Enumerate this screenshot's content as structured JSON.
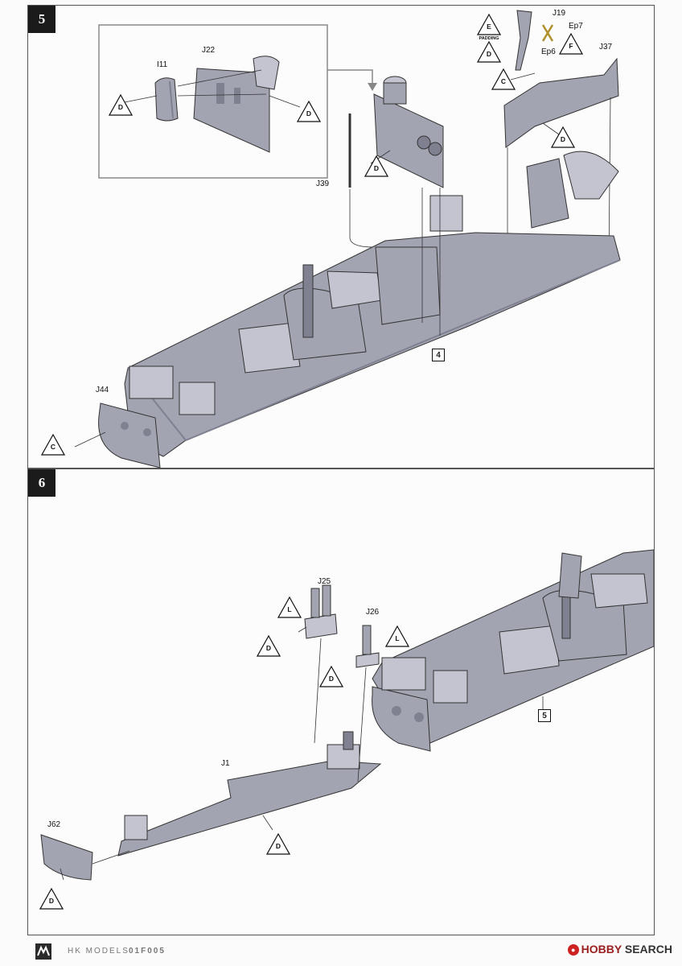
{
  "steps": [
    {
      "number": "5",
      "part_labels": {
        "i11": "I11",
        "j22": "J22",
        "j19": "J19",
        "ep7": "Ep7",
        "ep6": "Ep6",
        "j37": "J37",
        "j39": "J39",
        "j44": "J44"
      },
      "markers": {
        "d1": "D",
        "d2": "D",
        "d3": "D",
        "d4": "D",
        "d5": "D",
        "e": "E",
        "e_sub": "PADDING",
        "f": "F",
        "c1": "C",
        "c2": "C"
      },
      "sub_assembly_ref": "4"
    },
    {
      "number": "6",
      "part_labels": {
        "j25": "J25",
        "j26": "J26",
        "j1": "J1",
        "j62": "J62"
      },
      "markers": {
        "l1": "L",
        "d1": "D",
        "d2": "D",
        "l2": "L",
        "d3": "D",
        "d4": "D"
      },
      "sub_assembly_ref": "5"
    }
  ],
  "footer": {
    "brand": "HK MODELS",
    "product_code": "01F005",
    "watermark_1": "HOBBY",
    "watermark_2": "SEARCH"
  },
  "colors": {
    "part_fill": "#a3a4b2",
    "part_shade": "#7f8090",
    "part_light": "#c3c4d0",
    "line": "#333333"
  }
}
